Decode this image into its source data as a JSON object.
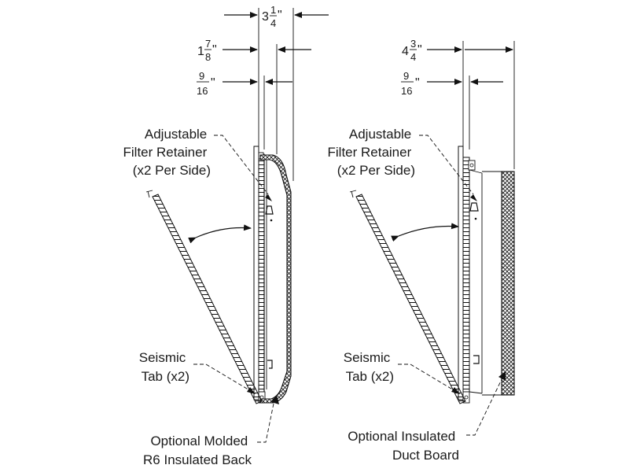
{
  "colors": {
    "ink": "#111111",
    "background": "#ffffff"
  },
  "left": {
    "dims": {
      "overall": {
        "whole": "3",
        "num": "1",
        "den": "4",
        "unit": "\""
      },
      "mid": {
        "whole": "1",
        "num": "7",
        "den": "8",
        "unit": "\""
      },
      "small": {
        "num": "9",
        "den": "16",
        "unit": "\""
      }
    },
    "retainer": [
      "Adjustable",
      "Filter Retainer",
      "(x2 Per Side)"
    ],
    "seismic": [
      "Seismic",
      "Tab (x2)"
    ],
    "optional": [
      "Optional Molded",
      "R6 Insulated Back"
    ]
  },
  "right": {
    "dims": {
      "overall": {
        "whole": "4",
        "num": "3",
        "den": "4",
        "unit": "\""
      },
      "small": {
        "num": "9",
        "den": "16",
        "unit": "\""
      }
    },
    "retainer": [
      "Adjustable",
      "Filter Retainer",
      "(x2 Per Side)"
    ],
    "seismic": [
      "Seismic",
      "Tab (x2)"
    ],
    "optional": [
      "Optional Insulated",
      "Duct Board"
    ]
  }
}
